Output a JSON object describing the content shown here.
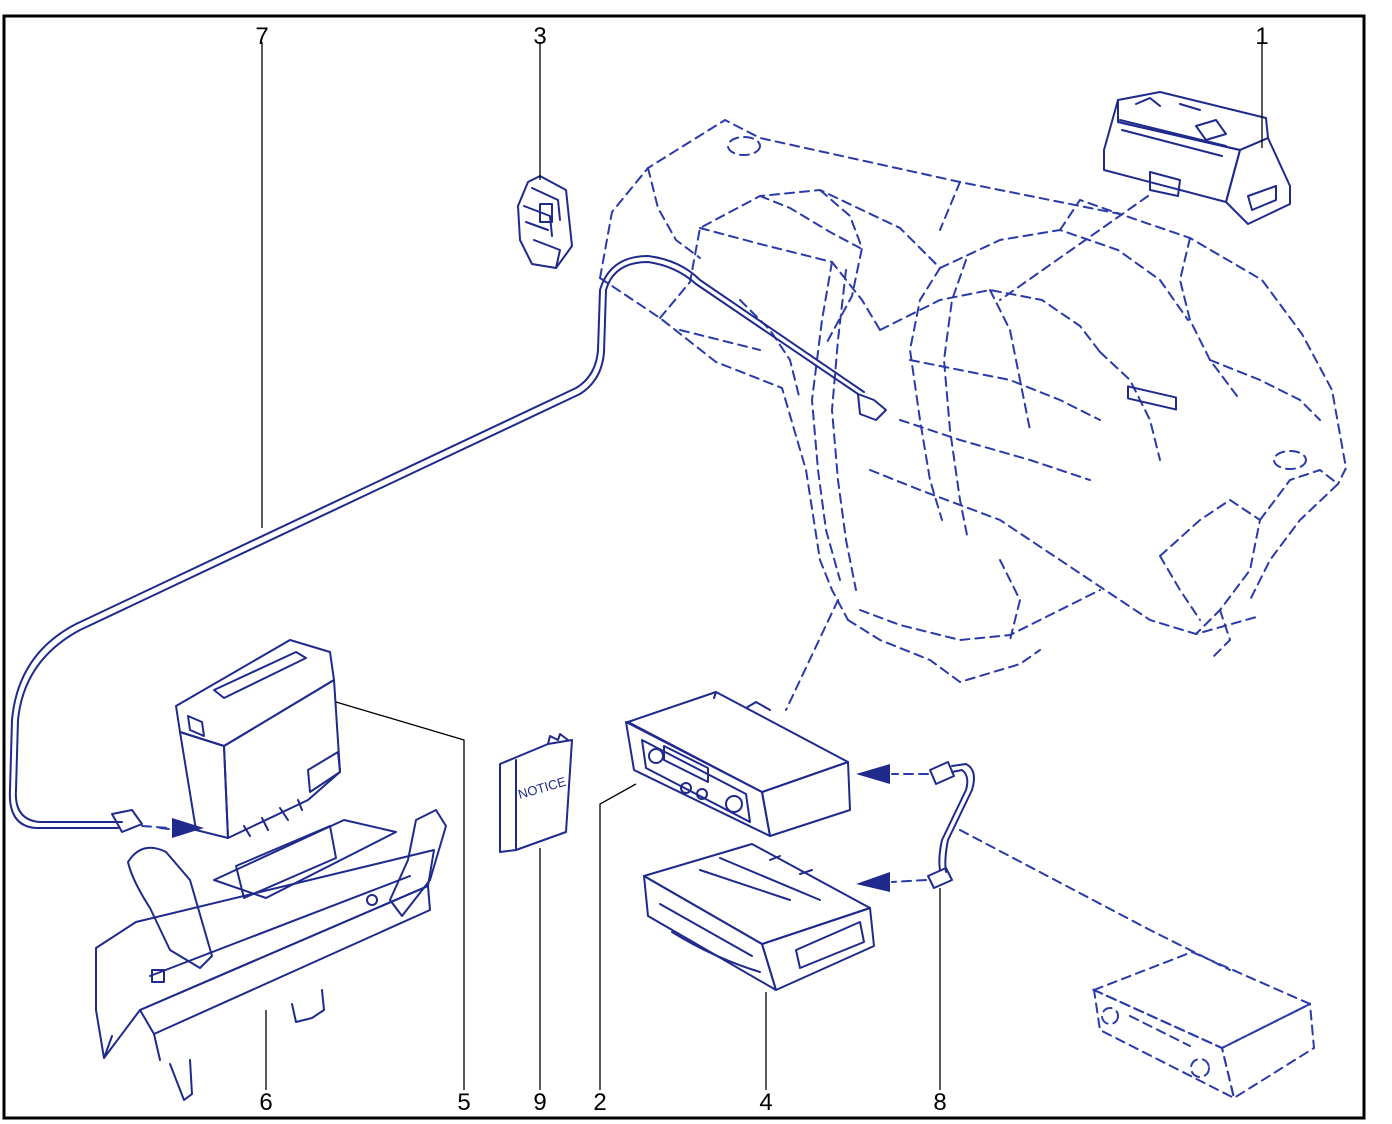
{
  "colors": {
    "line": "#1f2a8c",
    "dash": "#2a3aa8",
    "fill": "#e9edfb",
    "frame": "#000000",
    "text": "#000000"
  },
  "booklet": {
    "title": "NOTICE"
  },
  "callouts": [
    {
      "label": "1",
      "part": "display-unit"
    },
    {
      "label": "2",
      "part": "radio-unit"
    },
    {
      "label": "3",
      "part": "switch-module"
    },
    {
      "label": "4",
      "part": "cd-changer"
    },
    {
      "label": "5",
      "part": "navigation-box"
    },
    {
      "label": "6",
      "part": "mounting-bracket"
    },
    {
      "label": "7",
      "part": "antenna-cable"
    },
    {
      "label": "8",
      "part": "connection-cable"
    },
    {
      "label": "9",
      "part": "notice-booklet"
    }
  ]
}
